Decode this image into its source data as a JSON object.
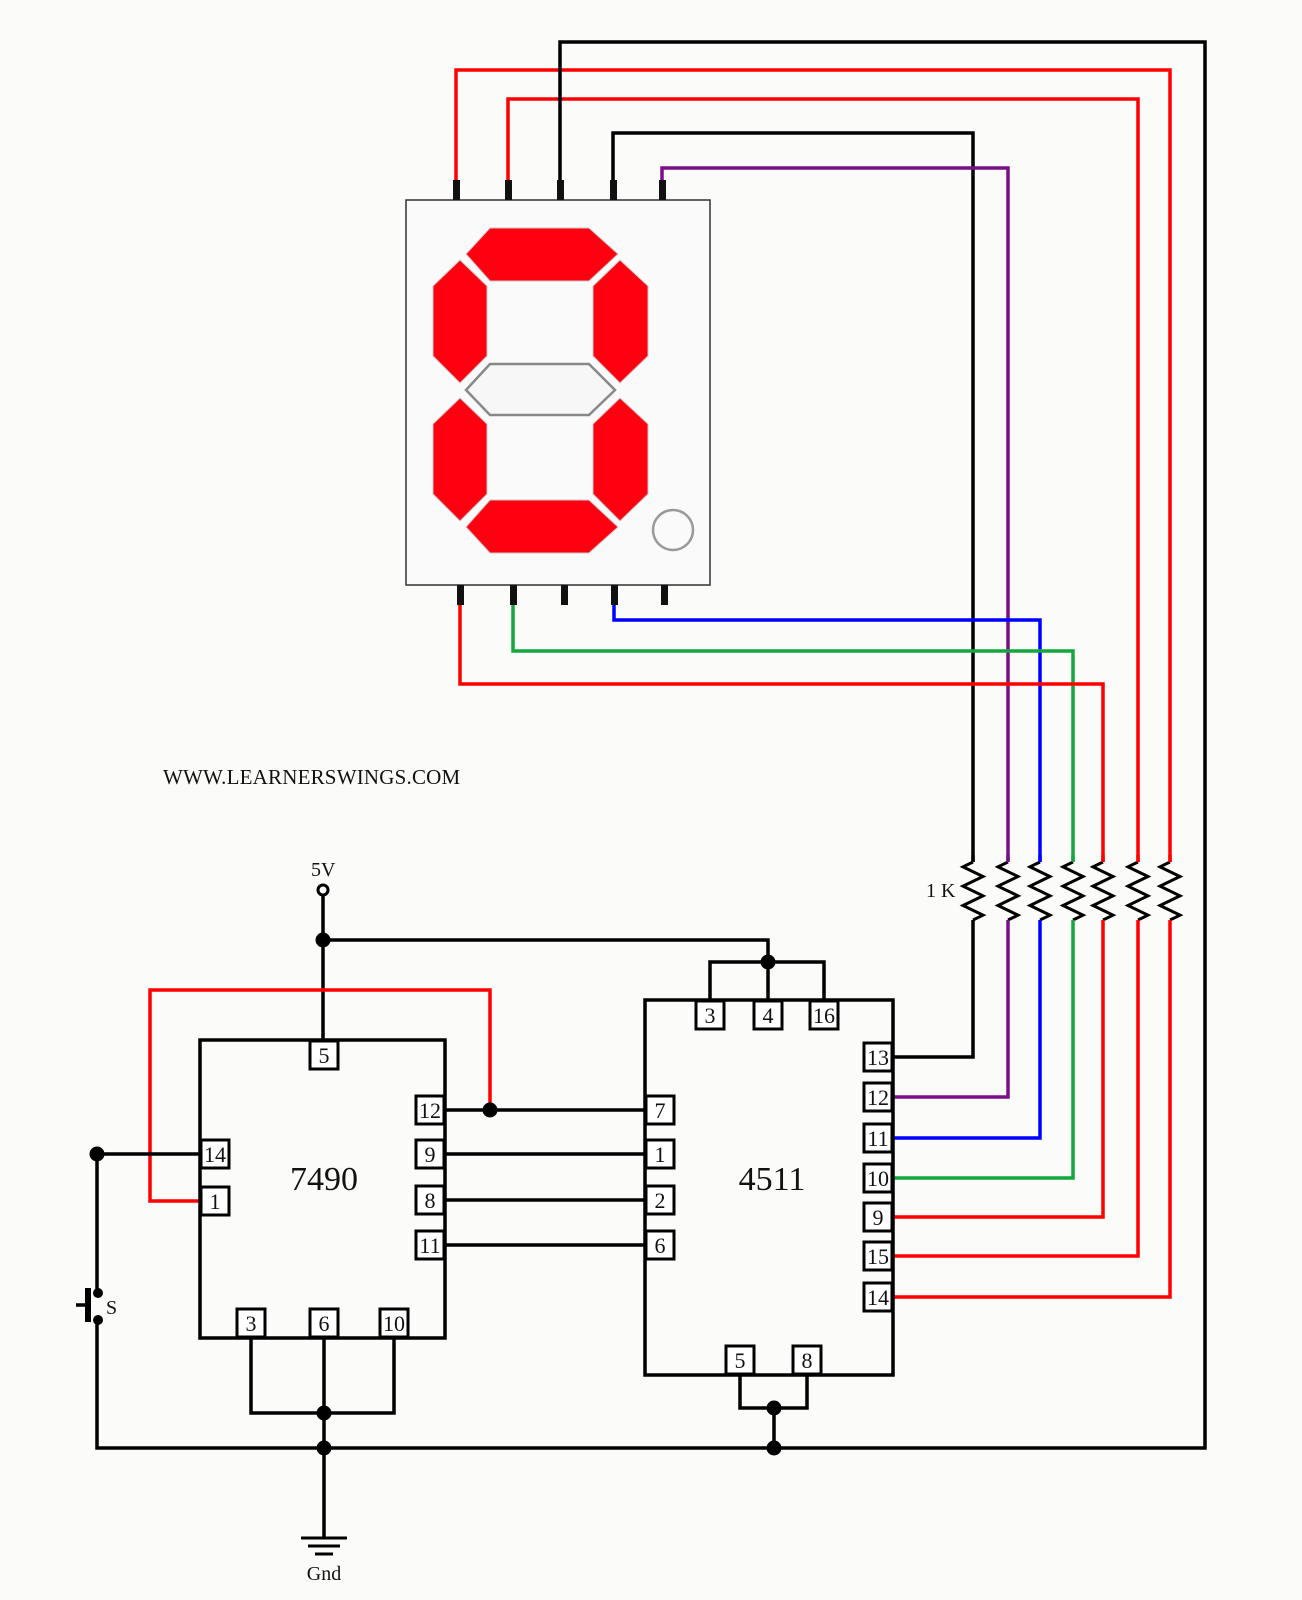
{
  "watermark": "WWW.LEARNERSWINGS.COM",
  "power_label": "5V",
  "ground_label": "Gnd",
  "switch_label": "S",
  "resistor_label": "1 K",
  "colors": {
    "wire_black": "#000000",
    "wire_red": "#ff0000",
    "wire_purple": "#7a0f8a",
    "wire_blue": "#0000ff",
    "wire_green": "#13a83e",
    "segment_on": "#ff0011",
    "segment_off": "#f7f7f7"
  },
  "display": {
    "segments_lit": [
      "a",
      "b",
      "c",
      "d",
      "e",
      "f"
    ],
    "segments_off": [
      "g",
      "dp"
    ],
    "digit_shown": "0"
  },
  "ic_7490": {
    "name": "7490",
    "pins": {
      "top": [
        "5"
      ],
      "left": [
        "14",
        "1"
      ],
      "right": [
        "12",
        "9",
        "8",
        "11"
      ],
      "bottom": [
        "3",
        "6",
        "10"
      ]
    }
  },
  "ic_4511": {
    "name": "4511",
    "pins": {
      "top": [
        "3",
        "4",
        "16"
      ],
      "left": [
        "7",
        "1",
        "2",
        "6"
      ],
      "right": [
        "13",
        "12",
        "11",
        "10",
        "9",
        "15",
        "14"
      ],
      "bottom": [
        "5",
        "8"
      ]
    }
  }
}
